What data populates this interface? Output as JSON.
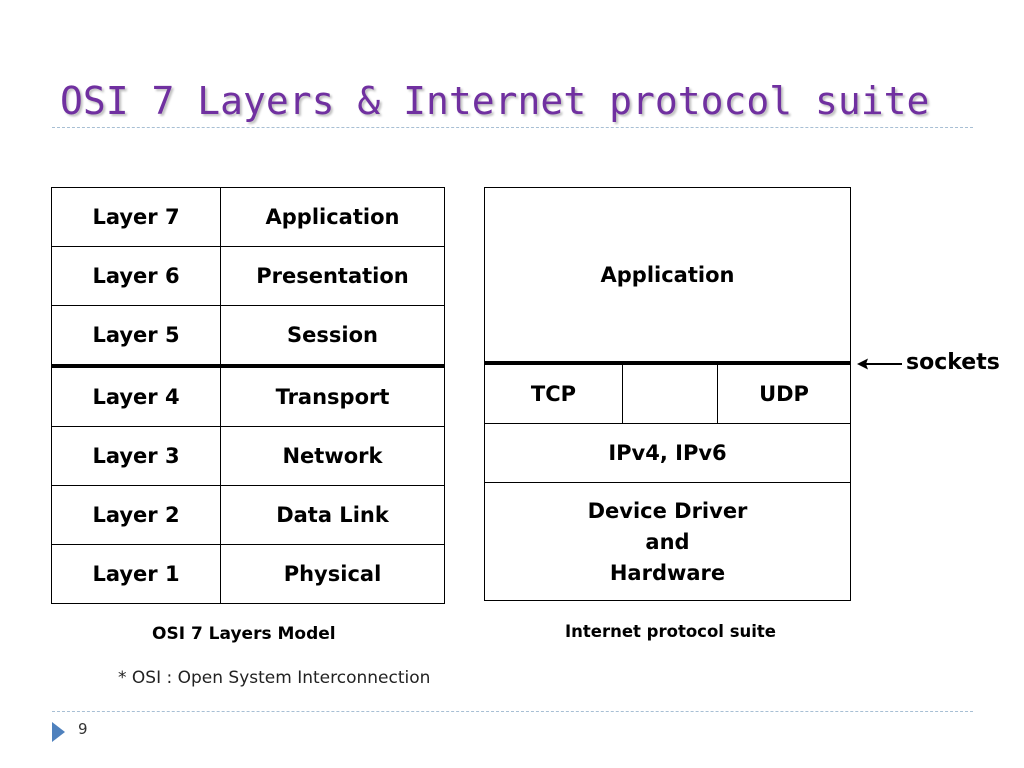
{
  "slide": {
    "title": "OSI 7 Layers & Internet protocol suite",
    "page_number": "9"
  },
  "osi_model": {
    "caption": "OSI 7 Layers Model",
    "rows": [
      {
        "layer": "Layer 7",
        "name": "Application"
      },
      {
        "layer": "Layer 6",
        "name": "Presentation"
      },
      {
        "layer": "Layer 5",
        "name": "Session"
      },
      {
        "layer": "Layer 4",
        "name": "Transport"
      },
      {
        "layer": "Layer 3",
        "name": "Network"
      },
      {
        "layer": "Layer 2",
        "name": "Data Link"
      },
      {
        "layer": "Layer 1",
        "name": "Physical"
      }
    ]
  },
  "internet_suite": {
    "caption": "Internet protocol suite",
    "application": "Application",
    "tcp": "TCP",
    "udp": "UDP",
    "ip": "IPv4, IPv6",
    "device_lines": [
      "Device Driver",
      "and",
      "Hardware"
    ]
  },
  "sockets_label": "sockets",
  "footnote": "* OSI : Open System Interconnection",
  "colors": {
    "title": "#7030a0",
    "rule": "#a8bfd4",
    "page_marker": "#4f81bd"
  }
}
